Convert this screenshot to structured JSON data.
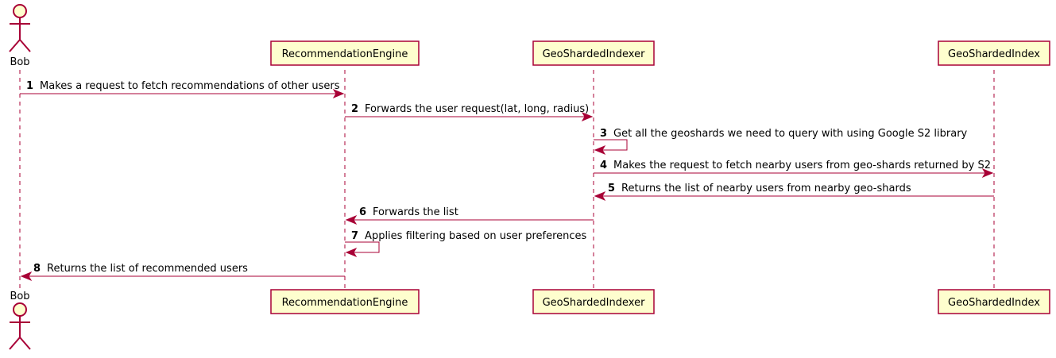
{
  "colors": {
    "line": "#A80036",
    "box_fill": "#FEFECE",
    "text": "#000000"
  },
  "participants": {
    "bob": "Bob",
    "engine": "RecommendationEngine",
    "indexer": "GeoShardedIndexer",
    "index": "GeoShardedIndex"
  },
  "messages": [
    {
      "num": "1",
      "text": "Makes a request to fetch recommendations of other users"
    },
    {
      "num": "2",
      "text": "Forwards the user request(lat, long, radius)"
    },
    {
      "num": "3",
      "text": "Get all the geoshards we need to query with using Google S2 library"
    },
    {
      "num": "4",
      "text": "Makes the request to fetch nearby users from geo-shards returned by S2"
    },
    {
      "num": "5",
      "text": "Returns the list of nearby users from nearby geo-shards"
    },
    {
      "num": "6",
      "text": "Forwards the list"
    },
    {
      "num": "7",
      "text": "Applies filtering based on user preferences"
    },
    {
      "num": "8",
      "text": "Returns the list of recommended users"
    }
  ]
}
